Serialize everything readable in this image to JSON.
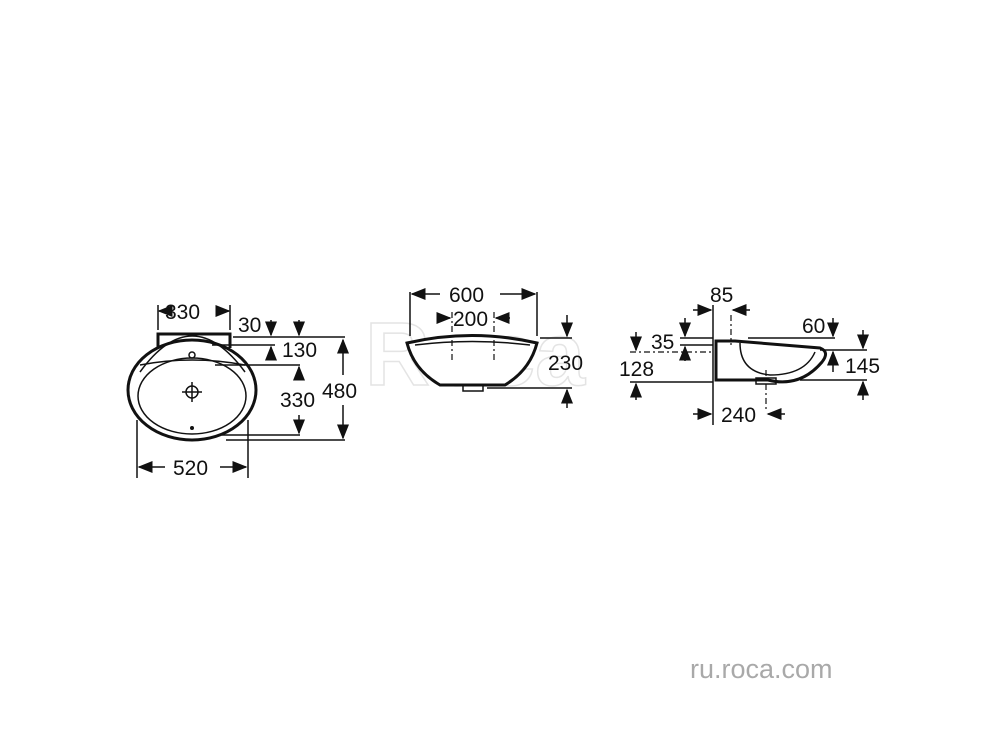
{
  "watermark_logo": "Roca",
  "website": "ru.roca.com",
  "top_view": {
    "width_backsplash": "330",
    "rim_offset": "30",
    "tap_hole_offset": "130",
    "bowl_depth": "330",
    "total_depth": "480",
    "total_width": "520"
  },
  "front_view": {
    "total_width": "600",
    "tap_hole_spacing": "200",
    "height": "230"
  },
  "side_view": {
    "wall_offset": "85",
    "overflow_offset": "35",
    "rim_drop": "60",
    "fixing_height": "128",
    "bowl_height": "145",
    "drain_offset": "240"
  },
  "colors": {
    "line": "#111111",
    "website_text": "#a9a9a9"
  }
}
